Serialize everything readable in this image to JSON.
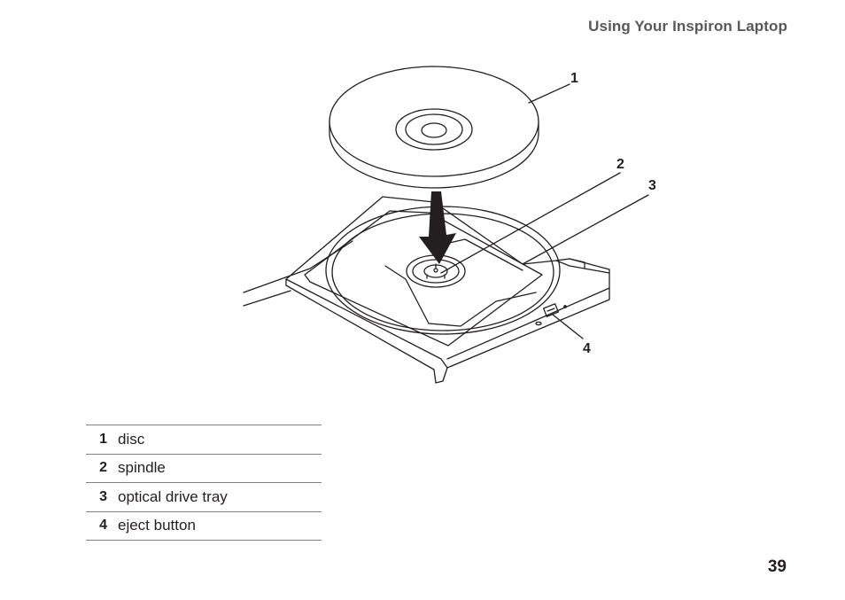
{
  "header": {
    "running_title": "Using Your Inspiron Laptop"
  },
  "figure": {
    "callouts": [
      "1",
      "2",
      "3",
      "4"
    ]
  },
  "legend": {
    "items": [
      {
        "num": "1",
        "label": "disc"
      },
      {
        "num": "2",
        "label": "spindle"
      },
      {
        "num": "3",
        "label": "optical drive tray"
      },
      {
        "num": "4",
        "label": "eject button"
      }
    ]
  },
  "footer": {
    "page_number": "39"
  }
}
